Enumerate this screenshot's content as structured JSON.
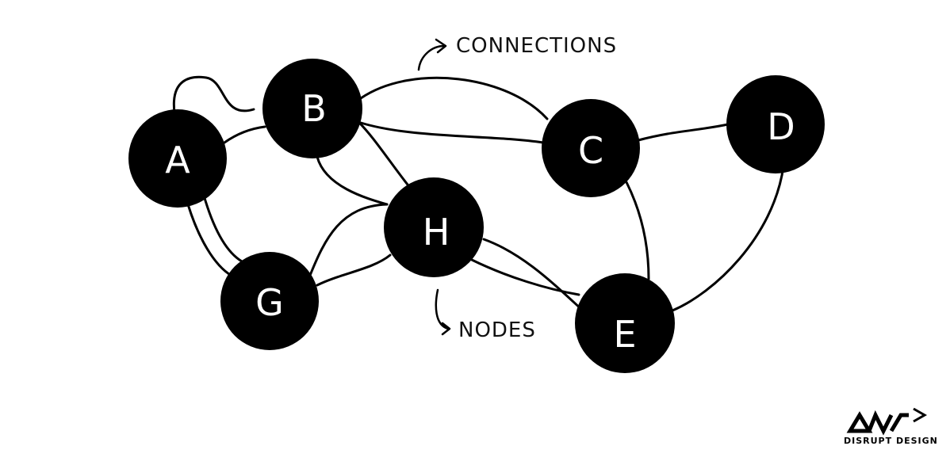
{
  "annotations": {
    "connections_label": "CONNECTIONS",
    "nodes_label": "NODES"
  },
  "nodes": [
    {
      "id": "A",
      "label": "A"
    },
    {
      "id": "B",
      "label": "B"
    },
    {
      "id": "C",
      "label": "C"
    },
    {
      "id": "D",
      "label": "D"
    },
    {
      "id": "E",
      "label": "E"
    },
    {
      "id": "G",
      "label": "G"
    },
    {
      "id": "H",
      "label": "H"
    }
  ],
  "edges": [
    [
      "A",
      "B"
    ],
    [
      "A",
      "B"
    ],
    [
      "A",
      "G"
    ],
    [
      "A",
      "G"
    ],
    [
      "B",
      "C"
    ],
    [
      "B",
      "C"
    ],
    [
      "B",
      "H"
    ],
    [
      "B",
      "H"
    ],
    [
      "C",
      "D"
    ],
    [
      "C",
      "E"
    ],
    [
      "D",
      "E"
    ],
    [
      "G",
      "H"
    ],
    [
      "G",
      "H"
    ],
    [
      "H",
      "E"
    ],
    [
      "H",
      "E"
    ]
  ],
  "logo": {
    "text": "DISRUPT DESIGN"
  }
}
